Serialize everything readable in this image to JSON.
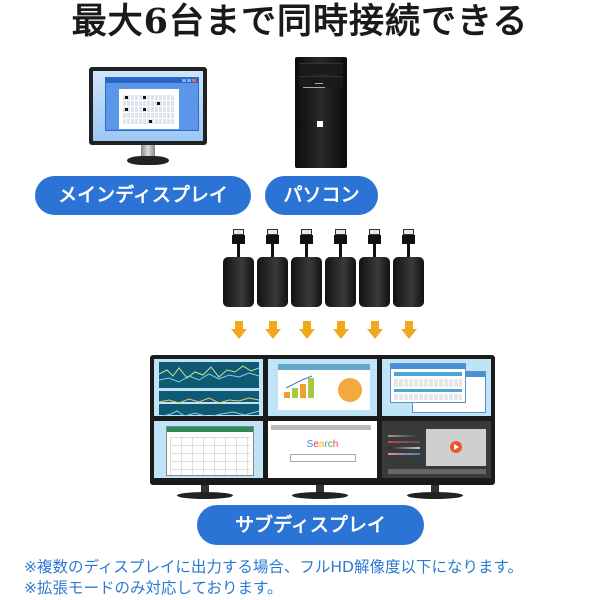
{
  "title": "最大6台まで同時接続できる",
  "labels": {
    "main_display": "メインディスプレイ",
    "pc": "パソコン",
    "sub_display": "サブディスプレイ"
  },
  "dongles": {
    "count": 6,
    "arrow_color": "#f2a81d"
  },
  "sub_displays": {
    "screens": [
      {
        "name": "stock-chart-screen"
      },
      {
        "name": "bar-pie-chart-screen"
      },
      {
        "name": "window-table-screen"
      },
      {
        "name": "spreadsheet-screen"
      },
      {
        "name": "search-page-screen",
        "search_text": "Search"
      },
      {
        "name": "video-player-screen"
      }
    ]
  },
  "notes": [
    "※複数のディスプレイに出力する場合、フルHD解像度以下になります。",
    "※拡張モードのみ対応しております。"
  ],
  "colors": {
    "pill_blue": "#2b74d6",
    "note_blue": "#2b7ad2",
    "title_black": "#1a1a1a"
  }
}
